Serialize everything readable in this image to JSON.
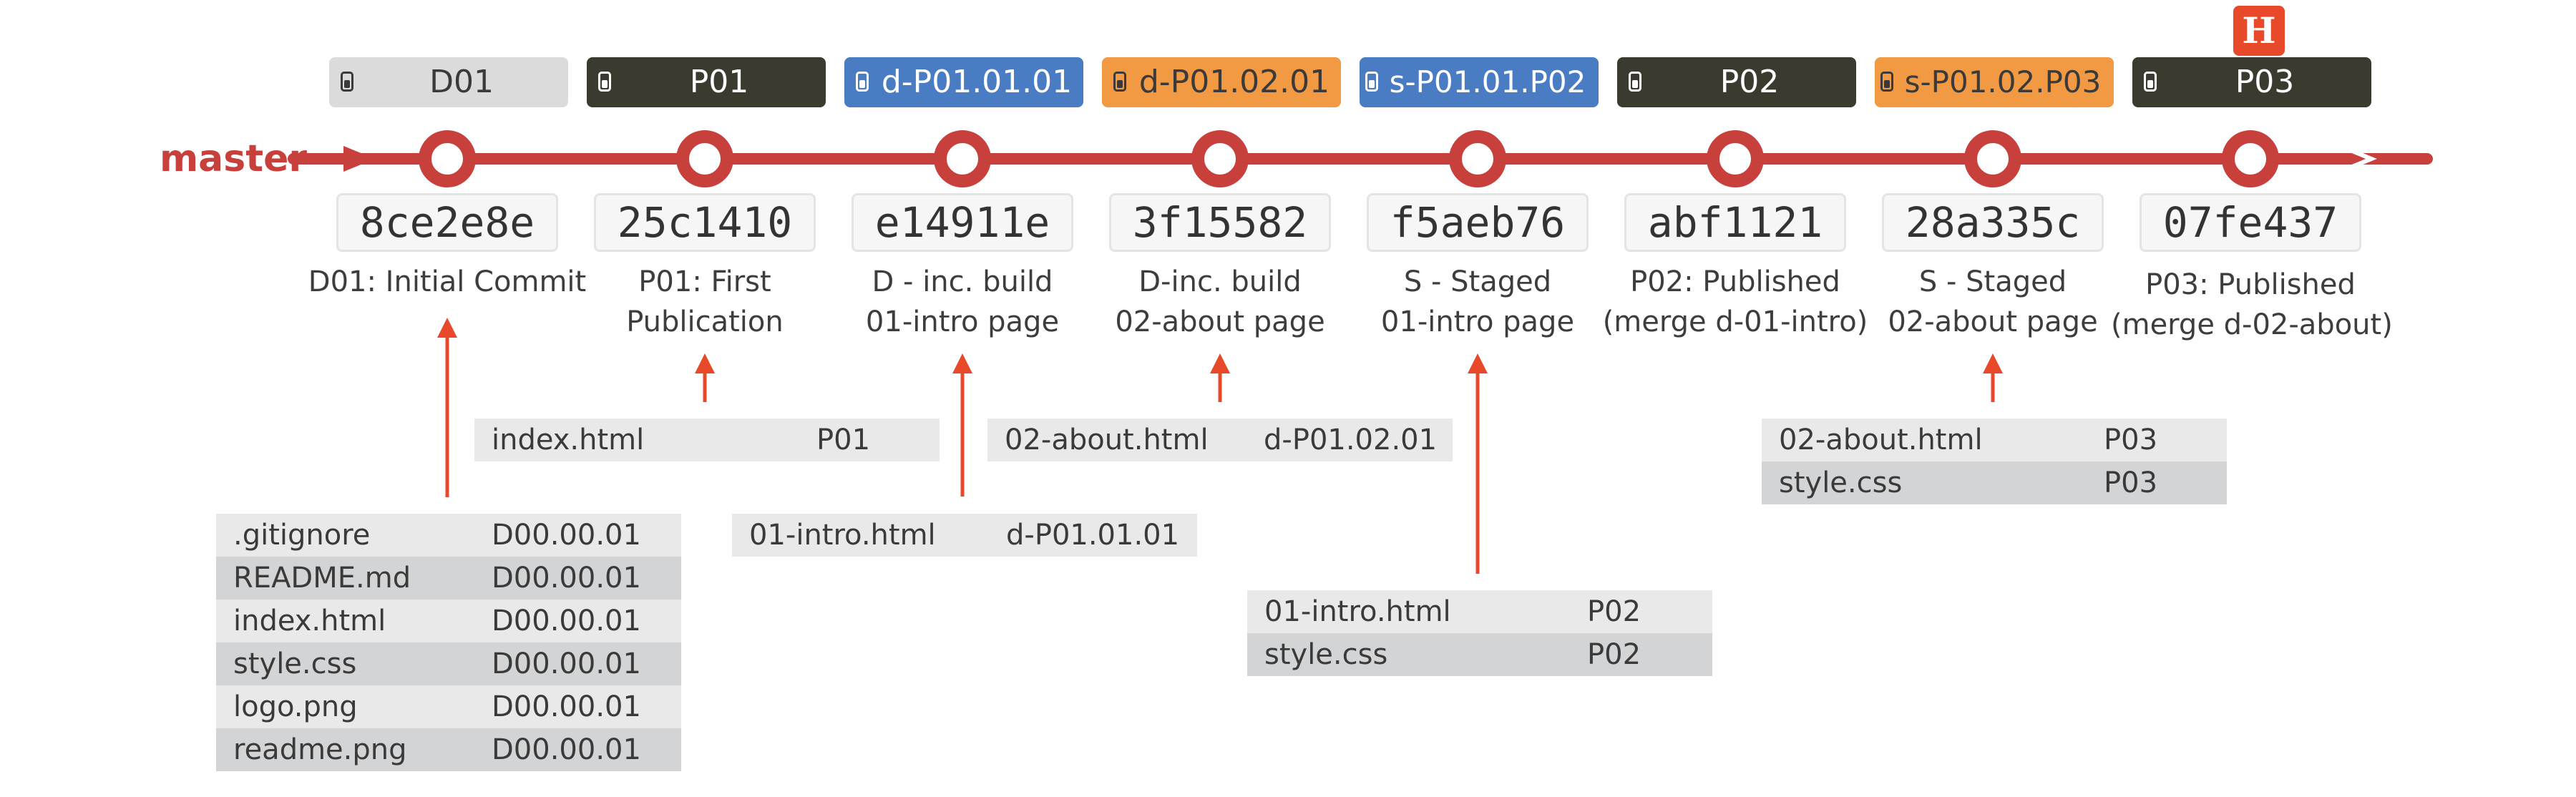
{
  "branch": {
    "name": "master"
  },
  "head": {
    "label": "H"
  },
  "colors": {
    "line": "#c8403b",
    "arrow": "#e8492a",
    "draft": "#4a7cc4",
    "staged": "#f19a43",
    "published": "#3a3a2e",
    "initial": "#dbdbdb"
  },
  "tags": [
    {
      "label": "D01",
      "kind": "initial"
    },
    {
      "label": "P01",
      "kind": "published"
    },
    {
      "label": "d-P01.01.01",
      "kind": "draft"
    },
    {
      "label": "d-P01.02.01",
      "kind": "staged"
    },
    {
      "label": "s-P01.01.P02",
      "kind": "draft"
    },
    {
      "label": "P02",
      "kind": "published"
    },
    {
      "label": "s-P01.02.P03",
      "kind": "staged"
    },
    {
      "label": "P03",
      "kind": "published"
    }
  ],
  "commits": [
    {
      "hash": "8ce2e8e",
      "caption": [
        "D01: Initial Commit"
      ]
    },
    {
      "hash": "25c1410",
      "caption": [
        "P01: First",
        "Publication"
      ]
    },
    {
      "hash": "e14911e",
      "caption": [
        "D - inc. build",
        "01-intro page"
      ]
    },
    {
      "hash": "3f15582",
      "caption": [
        "D-inc. build",
        "02-about page"
      ]
    },
    {
      "hash": "f5aeb76",
      "caption": [
        "S - Staged",
        "01-intro page"
      ]
    },
    {
      "hash": "abf1121",
      "caption": [
        "P02: Published",
        "(merge d-01-intro)"
      ]
    },
    {
      "hash": "28a335c",
      "caption": [
        "S - Staged",
        "02-about page"
      ]
    },
    {
      "hash": "07fe437",
      "caption": [
        "P03: Published",
        "(merge d-02-about)"
      ]
    }
  ],
  "file_tables": [
    {
      "commit": "8ce2e8e",
      "rows": [
        {
          "file": ".gitignore",
          "version": "D00.00.01"
        },
        {
          "file": "README.md",
          "version": "D00.00.01"
        },
        {
          "file": "index.html",
          "version": "D00.00.01"
        },
        {
          "file": "style.css",
          "version": "D00.00.01"
        },
        {
          "file": "logo.png",
          "version": "D00.00.01"
        },
        {
          "file": "readme.png",
          "version": "D00.00.01"
        }
      ]
    },
    {
      "commit": "25c1410",
      "rows": [
        {
          "file": "index.html",
          "version": "P01"
        }
      ]
    },
    {
      "commit": "e14911e",
      "rows": [
        {
          "file": "01-intro.html",
          "version": "d-P01.01.01"
        }
      ]
    },
    {
      "commit": "3f15582",
      "rows": [
        {
          "file": "02-about.html",
          "version": "d-P01.02.01"
        }
      ]
    },
    {
      "commit": "f5aeb76",
      "rows": [
        {
          "file": "01-intro.html",
          "version": "P02"
        },
        {
          "file": "style.css",
          "version": "P02"
        }
      ]
    },
    {
      "commit": "28a335c",
      "rows": [
        {
          "file": "02-about.html",
          "version": "P03"
        },
        {
          "file": "style.css",
          "version": "P03"
        }
      ]
    }
  ]
}
